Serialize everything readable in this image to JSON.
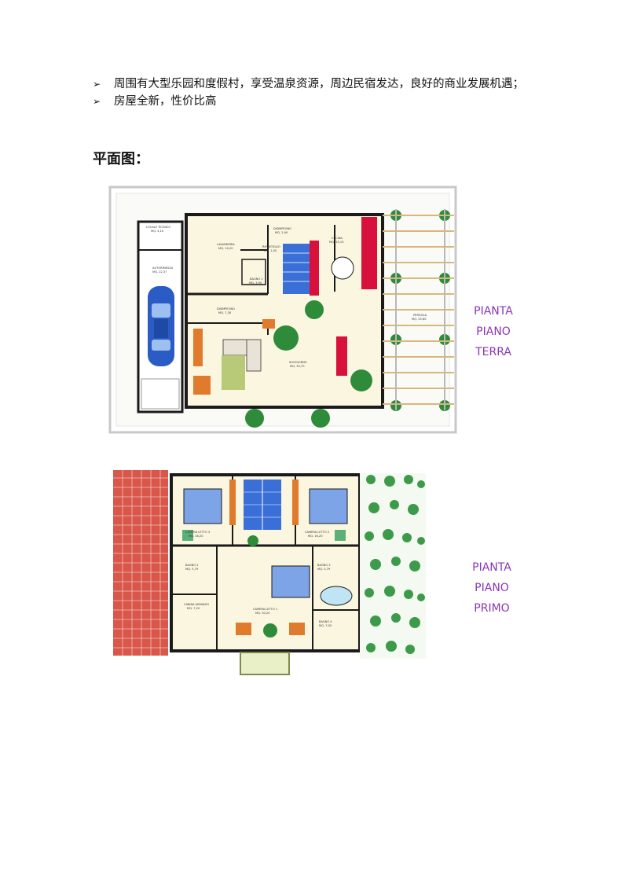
{
  "bullets": [
    {
      "marker": "➢",
      "text": "周围有大型乐园和度假村，享受温泉资源，周边民宿发达，良好的商业发展机遇；"
    },
    {
      "marker": "➢",
      "text": "房屋全新，性价比高"
    }
  ],
  "heading": "平面图：",
  "ground_floor": {
    "label_lines": [
      "PIANTA",
      "PIANO",
      "TERRA"
    ],
    "rooms": {
      "locale_tecnico": [
        "LOCALE TECNICO",
        "MQ. 4,10"
      ],
      "autorimessa": [
        "AUTORIMESSA",
        "MQ. 22,37"
      ],
      "lavanderia": [
        "LAVANDERIA",
        "MQ. 14,20"
      ],
      "disimpegno1": [
        "DISIMPEGNO",
        "MQ. 2,90"
      ],
      "ripostiglio": [
        "RIPOSTIGLIO",
        "MQ. 1,00"
      ],
      "bagno1": [
        "BAGNO 1",
        "MQ. 3,90"
      ],
      "cucina": [
        "CUCINA",
        "MQ. 15,15"
      ],
      "disimpegno2": [
        "DISIMPEGNO",
        "MQ. 7,30"
      ],
      "soggiorno": [
        "SOGGIORNO",
        "MQ. 33,70"
      ],
      "pergola": [
        "PERGOLA",
        "MQ. 25,60"
      ]
    }
  },
  "first_floor": {
    "label_lines": [
      "PIANTA",
      "PIANO",
      "PRIMO"
    ],
    "rooms": {
      "camera3": [
        "CAMERA LETTO 3",
        "MQ. 16,20"
      ],
      "camera2": [
        "CAMERA LETTO 2",
        "MQ. 16,20"
      ],
      "bagno2": [
        "BAGNO 2",
        "MQ. 5,79"
      ],
      "bagno3": [
        "BAGNO 3",
        "MQ. 5,79"
      ],
      "cabina": [
        "CABINA ARMADIO",
        "MQ. 7,20"
      ],
      "camera1": [
        "CAMERA LETTO 1",
        "MQ. 30,20"
      ],
      "bagno4": [
        "BAGNO 4",
        "MQ. 7,05"
      ]
    }
  },
  "colors": {
    "label": "#8b35b5",
    "wall": "#1a1a1a",
    "floor": "#fbf6e0",
    "stair": "#3a6fd8",
    "kitchen": "#d8103c"
  }
}
